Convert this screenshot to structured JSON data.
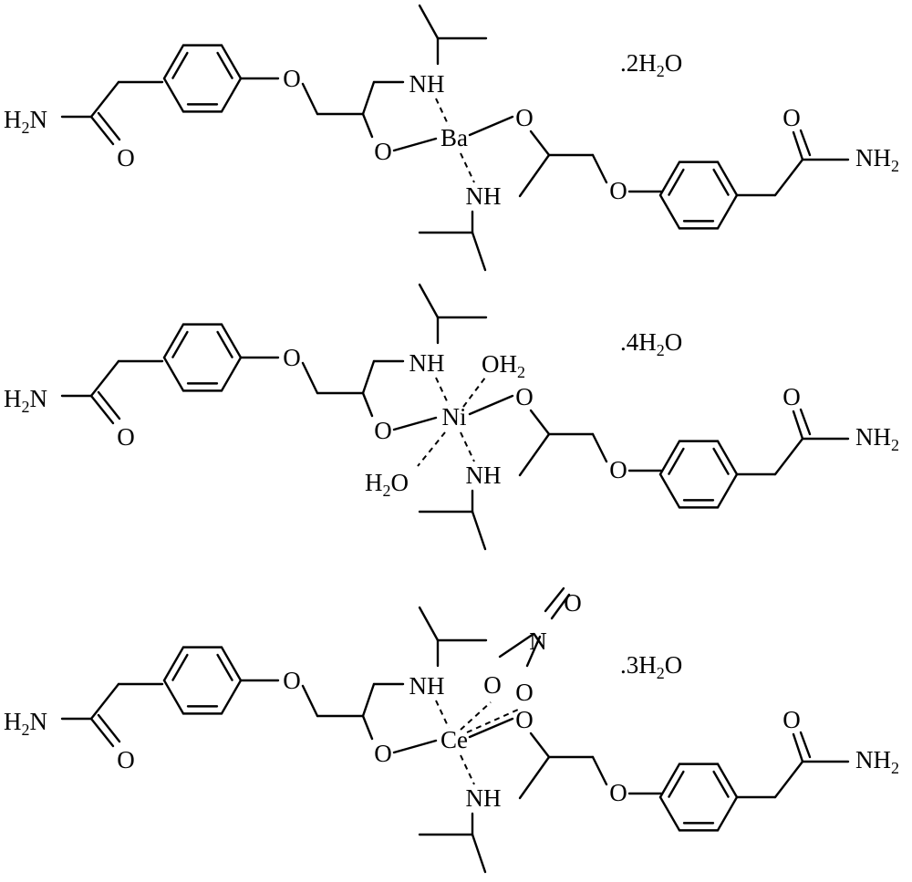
{
  "panels": [
    {
      "metal": "Ba",
      "hydrate": {
        "prefix": ".2H",
        "sub": "2",
        "suffix": "O"
      },
      "water_ligands": false,
      "nitrate": false
    },
    {
      "metal": "Ni",
      "hydrate": {
        "prefix": ".4H",
        "sub": "2",
        "suffix": "O"
      },
      "water_ligands": true,
      "nitrate": false
    },
    {
      "metal": "Ce",
      "hydrate": {
        "prefix": ".3H",
        "sub": "2",
        "suffix": "O"
      },
      "water_ligands": false,
      "nitrate": true
    }
  ],
  "labels": {
    "oxygen": "O",
    "nh": "NH",
    "amide_left_h": "H",
    "amide_left_n": "N",
    "amide_right_n": "NH",
    "sub2": "2",
    "water_o_top": "OH",
    "water_left": "H",
    "water_left_o": "O",
    "nitrate_n": "N"
  }
}
